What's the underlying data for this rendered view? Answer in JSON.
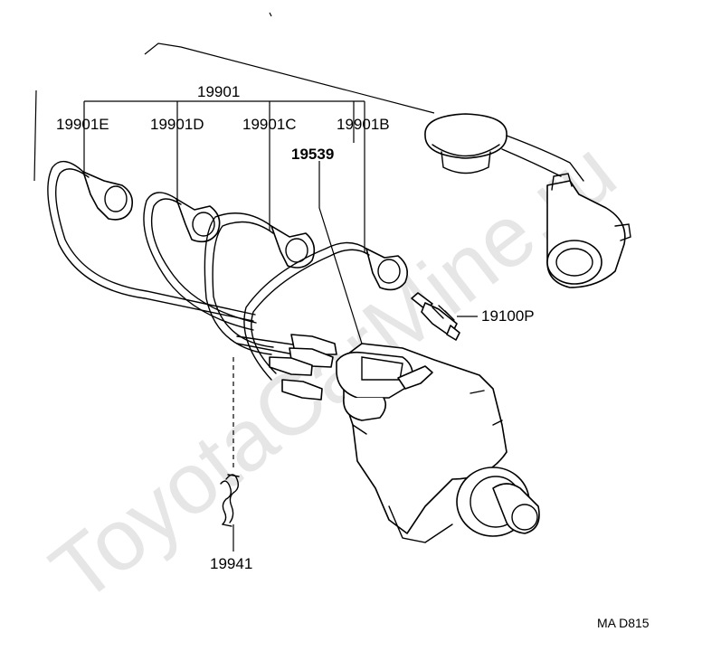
{
  "watermark": "ToyotaCarMine.ru",
  "diagram_code": "MA D815",
  "labels": {
    "cord_set": "19901",
    "cord_e": "19901E",
    "cord_d": "19901D",
    "cord_c": "19901C",
    "cord_b": "19901B",
    "distributor_cap": "19539",
    "spark_plug": "19100P",
    "clamp": "19941"
  }
}
